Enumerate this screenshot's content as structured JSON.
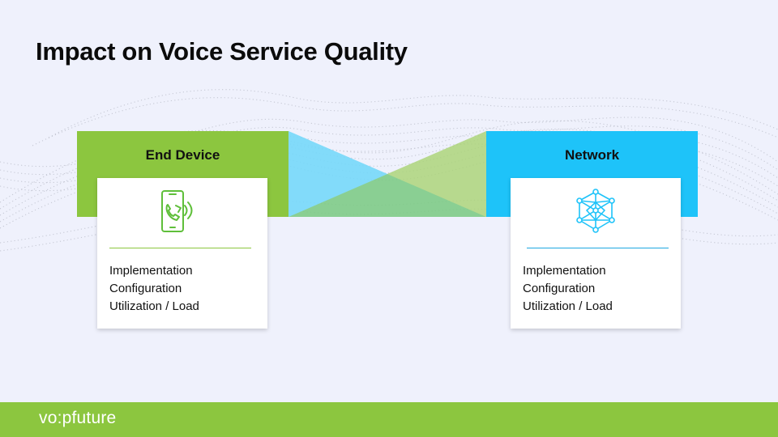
{
  "slide": {
    "title": "Impact on Voice Service Quality"
  },
  "left_panel": {
    "label": "End Device",
    "icon": "smartphone-call-icon",
    "items": [
      "Implementation",
      "Configuration",
      "Utilization / Load"
    ]
  },
  "right_panel": {
    "label": "Network",
    "icon": "network-mesh-icon",
    "items": [
      "Implementation",
      "Configuration",
      "Utilization / Load"
    ]
  },
  "footer": {
    "logo_text": "vo:pfuture"
  },
  "colors": {
    "background": "#eff1fc",
    "green": "#8cc63f",
    "blue": "#1ec3f9"
  }
}
